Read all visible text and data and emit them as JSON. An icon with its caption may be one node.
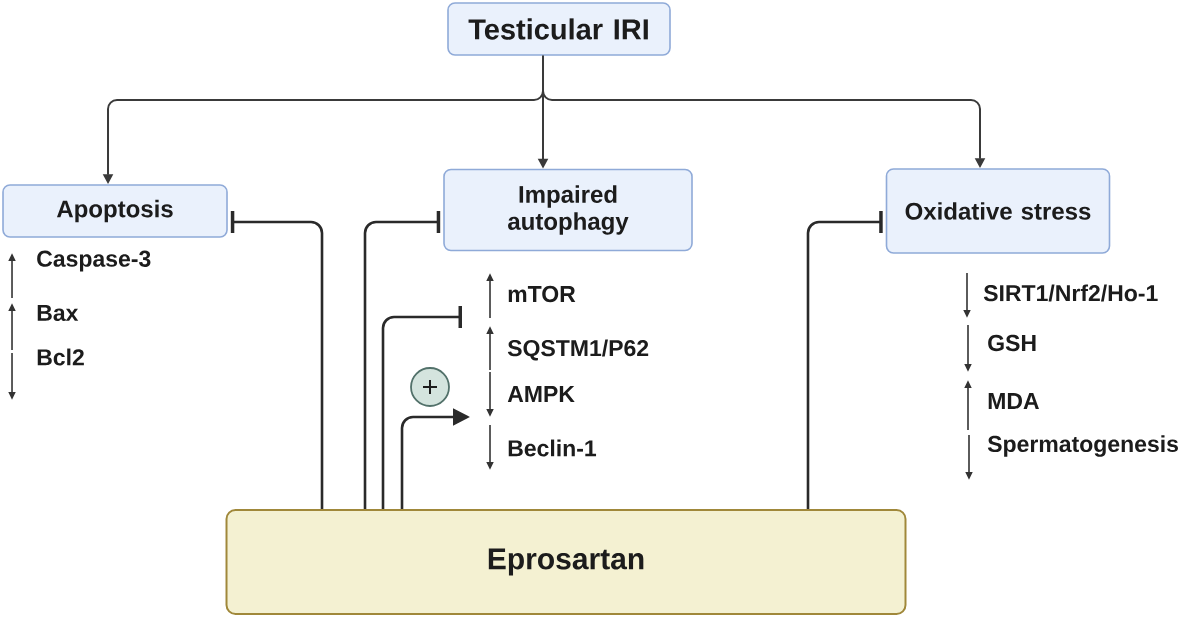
{
  "diagram": {
    "nodes": [
      {
        "text": [
          "Testicular IRI"
        ]
      },
      {
        "text": [
          "Apoptosis"
        ]
      },
      {
        "text": [
          "Impaired autophagy"
        ]
      },
      {
        "text": [
          "Oxidative stress"
        ]
      },
      {
        "text": [
          "mTOR"
        ]
      },
      {
        "text": [
          "AMPK"
        ]
      },
      {
        "text": [
          "Eprosartan"
        ]
      }
    ],
    "edges": [
      {
        "from": 0,
        "to": 1,
        "arrow": "to"
      },
      {
        "from": 0,
        "to": 2,
        "arrow": "to"
      },
      {
        "from": 0,
        "to": 3,
        "arrow": "to"
      },
      {
        "from": 6,
        "to": 1,
        "arrow": "other"
      },
      {
        "from": 6,
        "to": 2,
        "arrow": "other"
      },
      {
        "from": 6,
        "to": 4,
        "arrow": "other"
      },
      {
        "from": 6,
        "to": 5,
        "arrow": "to"
      },
      {
        "from": 6,
        "to": 3,
        "arrow": "other"
      }
    ],
    "labels": [
      "Caspase-3",
      "Bax",
      "Bcl2",
      "SQSTM1/P62",
      "Beclin-1",
      "SIRT1/Nrf2/Ho-1",
      "GSH",
      "MDA",
      "Spermatogenesis"
    ]
  }
}
